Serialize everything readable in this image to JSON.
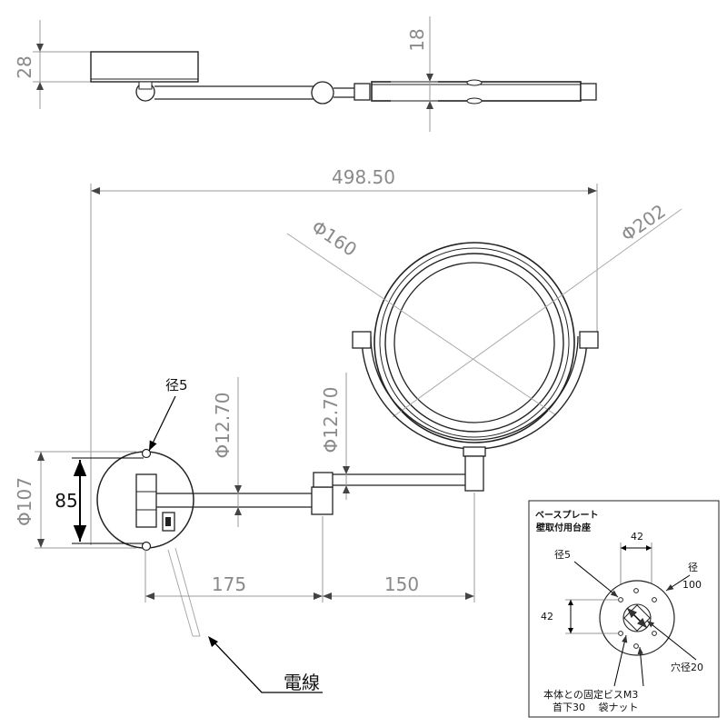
{
  "top_view": {
    "dim_height": "28",
    "dim_depth": "18"
  },
  "front_view": {
    "total_width": "498.50",
    "mirror_inner_dia": "Φ160",
    "mirror_outer_dia": "Φ202",
    "hole_label": "径5",
    "arm1_dia": "Φ12.70",
    "arm2_dia": "Φ12.70",
    "base_dia": "Φ107",
    "hole_spacing": "85",
    "arm1_length": "175",
    "arm2_length": "150",
    "cable_label": "電線"
  },
  "inset": {
    "title1": "ベースプレート",
    "title2": "壁取付用台座",
    "dim_top": "42",
    "hole_label": "径5",
    "dia_label": "径",
    "dia_value": "100",
    "dim_left": "42",
    "center_hole": "穴径20",
    "note1": "本体との固定ビスM3",
    "note2": "首下30　 袋ナット"
  }
}
